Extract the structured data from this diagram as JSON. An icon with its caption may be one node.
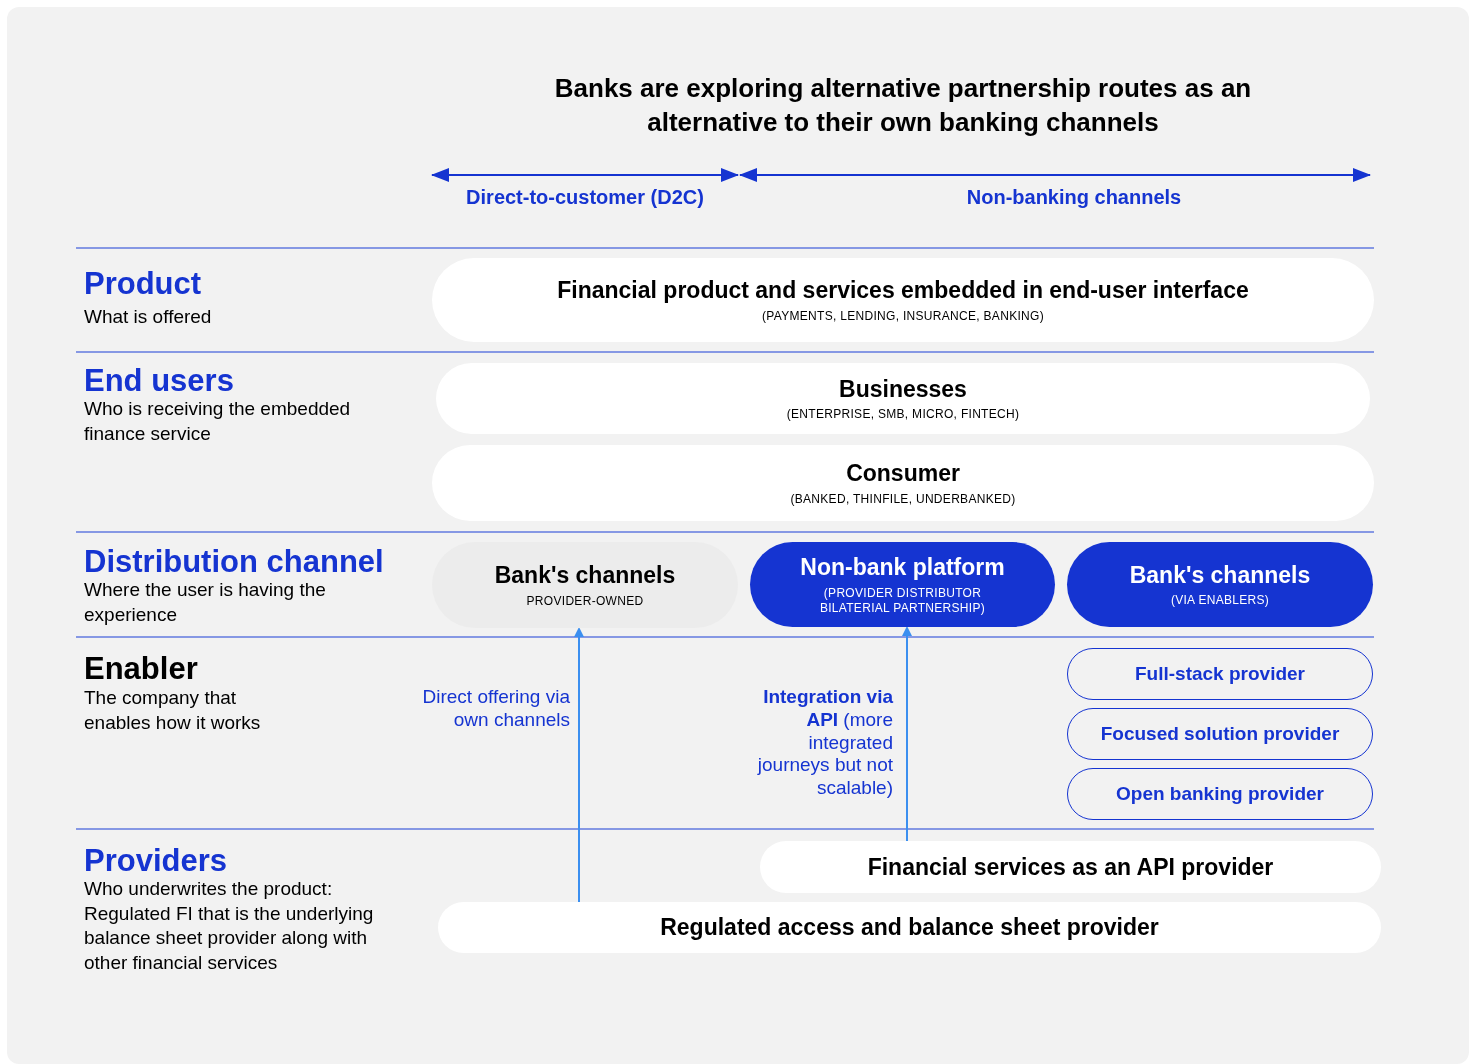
{
  "diagram": {
    "title": "Banks are exploring alternative partnership routes as an alternative to their own banking channels",
    "nodes": [
      {
        "text": [
          "Financial product and services embedded in end-user interface",
          "(PAYMENTS, LENDING, INSURANCE, BANKING)"
        ]
      },
      {
        "text": [
          "Businesses",
          "(ENTERPRISE, SMB, MICRO, FINTECH)"
        ]
      },
      {
        "text": [
          "Consumer",
          "(BANKED, THINFILE, UNDERBANKED)"
        ]
      },
      {
        "text": [
          "Bank's channels",
          "PROVIDER-OWNED"
        ]
      },
      {
        "text": [
          "Non-bank platform",
          "(PROVIDER DISTRIBUTOR BILATERIAL PARTNERSHIP)"
        ]
      },
      {
        "text": [
          "Bank's channels",
          "(VIA ENABLERS)"
        ]
      },
      {
        "text": [
          "Full-stack provider"
        ]
      },
      {
        "text": [
          "Focused solution provider"
        ]
      },
      {
        "text": [
          "Open banking provider"
        ]
      },
      {
        "text": [
          "Financial services as an API provider"
        ]
      },
      {
        "text": [
          "Regulated access and balance sheet provider"
        ]
      }
    ],
    "edges": [
      {
        "from": 10,
        "to": 3,
        "arrow": "to",
        "label": "Direct offering via own channels"
      },
      {
        "from": 9,
        "to": 4,
        "arrow": "to",
        "label": "**Integration via API** (more integrated journeys but not scalable)"
      }
    ],
    "labels": [
      "Direct-to-customer (D2C)",
      "Non-banking channels",
      "Product",
      "What is offered",
      "End users",
      "Who is receiving the embedded finance service",
      "Distribution channel",
      "Where the user is having the experience",
      "Enabler",
      "The company that enables how it works",
      "Providers",
      "Who underwrites the product: Regulated FI that is the underlying balance sheet provider along with other financial services"
    ]
  }
}
